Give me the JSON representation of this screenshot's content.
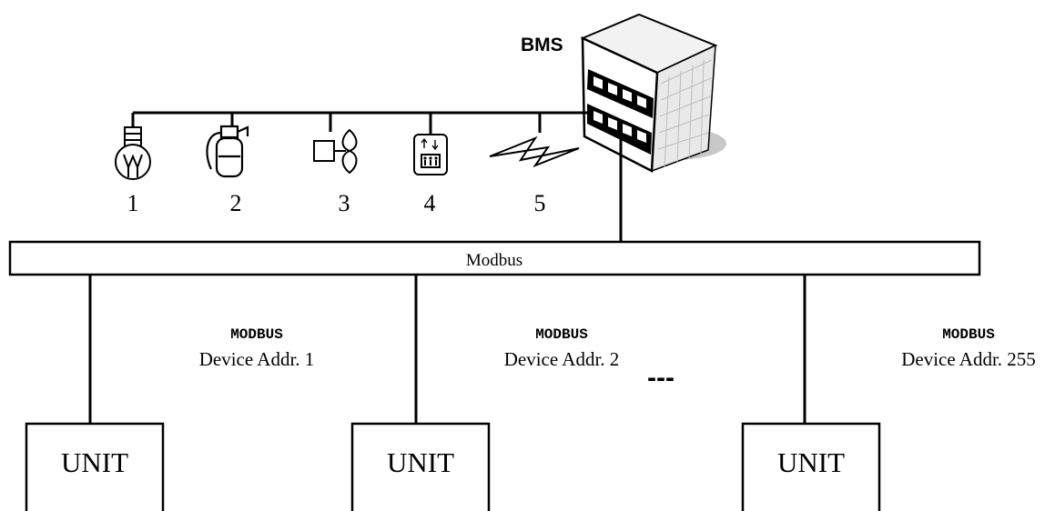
{
  "bms": {
    "label": "BMS"
  },
  "subsystems": [
    {
      "number": "1",
      "icon": "light-bulb-icon"
    },
    {
      "number": "2",
      "icon": "fire-extinguisher-icon"
    },
    {
      "number": "3",
      "icon": "fan-icon"
    },
    {
      "number": "4",
      "icon": "elevator-icon"
    },
    {
      "number": "5",
      "icon": "lightning-icon"
    }
  ],
  "bus": {
    "label": "Modbus"
  },
  "units": [
    {
      "protocol": "MODBUS",
      "address": "Device Addr. 1",
      "label": "UNIT"
    },
    {
      "protocol": "MODBUS",
      "address": "Device Addr. 2",
      "label": "UNIT"
    },
    {
      "protocol": "MODBUS",
      "address": "Device Addr. 255",
      "label": "UNIT"
    }
  ],
  "ellipsis": "---"
}
